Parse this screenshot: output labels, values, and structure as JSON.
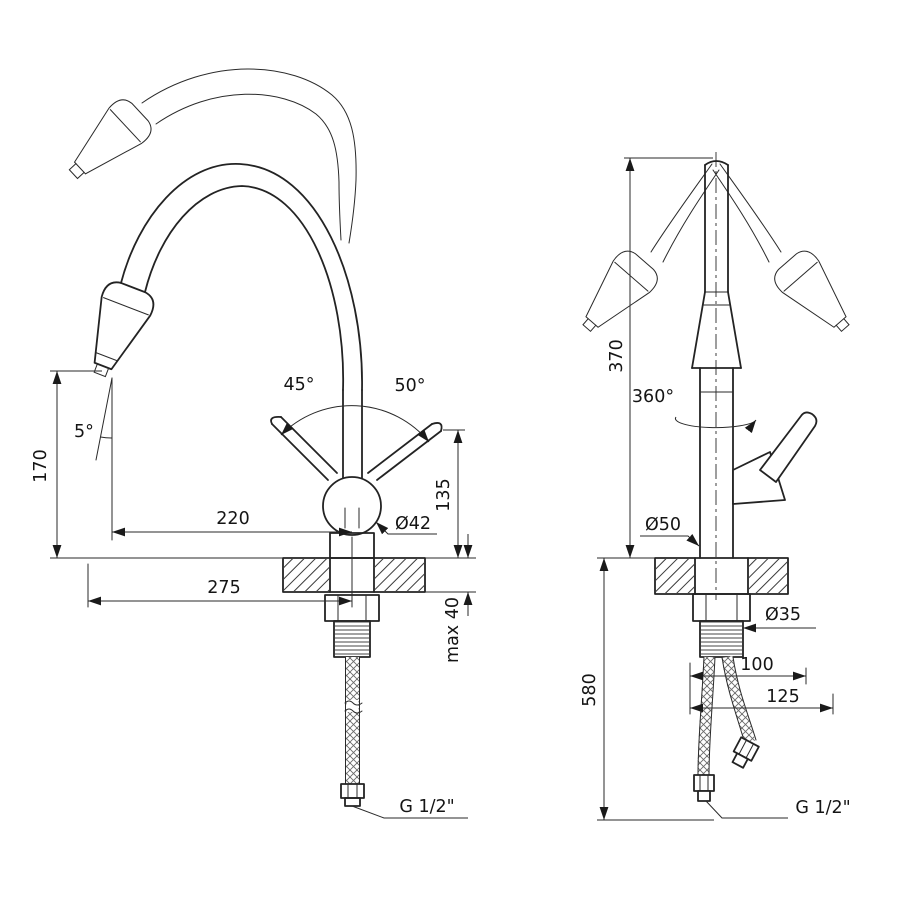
{
  "drawing": {
    "kind": "faucet-dimensional-drawing",
    "front_view": {
      "outlet_height": "170",
      "spray_tilt_angle": "5°",
      "handle_swing_left": "45°",
      "handle_swing_right": "50°",
      "spout_reach": "220",
      "overall_reach": "275",
      "body_height_above_deck": "135",
      "ball_diameter": "Ø42",
      "max_deck_thickness": "max 40",
      "connection_thread": "G 1/2\""
    },
    "side_view": {
      "height_above_deck": "370",
      "swivel_angle": "360°",
      "base_diameter": "Ø50",
      "shank_diameter": "Ø35",
      "hose_length": "580",
      "hose_offset_inner": "100",
      "hose_offset_outer": "125",
      "connection_thread": "G 1/2\""
    }
  }
}
